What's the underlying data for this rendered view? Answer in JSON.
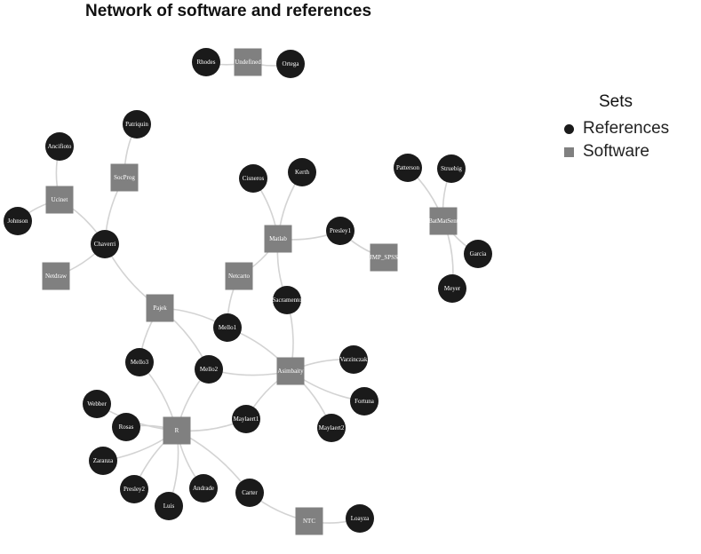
{
  "title": "Network of software and references",
  "legend": {
    "title": "Sets",
    "items": [
      {
        "label": "References",
        "shape": "circle",
        "color": "#1a1a1a"
      },
      {
        "label": "Software",
        "shape": "square",
        "color": "#808080"
      }
    ]
  },
  "colors": {
    "reference": "#1a1a1a",
    "software": "#808080",
    "edge": "#d3d3d3",
    "label": "#ffffff"
  },
  "nodes": [
    {
      "id": "Undefined",
      "type": "software"
    },
    {
      "id": "Rhodes",
      "type": "reference"
    },
    {
      "id": "Ortega",
      "type": "reference"
    },
    {
      "id": "Patriquin",
      "type": "reference"
    },
    {
      "id": "Ancifioto",
      "type": "reference"
    },
    {
      "id": "SocProg",
      "type": "software"
    },
    {
      "id": "Ucinet",
      "type": "software"
    },
    {
      "id": "Johnson",
      "type": "reference"
    },
    {
      "id": "Chaverri",
      "type": "reference"
    },
    {
      "id": "Netdraw",
      "type": "software"
    },
    {
      "id": "Cisneros",
      "type": "reference"
    },
    {
      "id": "Kerth",
      "type": "reference"
    },
    {
      "id": "Matlab",
      "type": "software"
    },
    {
      "id": "Presley1",
      "type": "reference"
    },
    {
      "id": "JMP_SPSS",
      "type": "software"
    },
    {
      "id": "Patterson",
      "type": "reference"
    },
    {
      "id": "Struebig",
      "type": "reference"
    },
    {
      "id": "BatMatSent",
      "type": "software"
    },
    {
      "id": "Garcia",
      "type": "reference"
    },
    {
      "id": "Meyer",
      "type": "reference"
    },
    {
      "id": "Netcarto",
      "type": "software"
    },
    {
      "id": "Sacramento",
      "type": "reference"
    },
    {
      "id": "Pajek",
      "type": "software"
    },
    {
      "id": "Mello1",
      "type": "reference"
    },
    {
      "id": "Mello3",
      "type": "reference"
    },
    {
      "id": "Mello2",
      "type": "reference"
    },
    {
      "id": "Asimbaity",
      "type": "software"
    },
    {
      "id": "Varzinczak",
      "type": "reference"
    },
    {
      "id": "Fortuna",
      "type": "reference"
    },
    {
      "id": "Maylaert2",
      "type": "reference"
    },
    {
      "id": "Maylaert1",
      "type": "reference"
    },
    {
      "id": "Webber",
      "type": "reference"
    },
    {
      "id": "Rosas",
      "type": "reference"
    },
    {
      "id": "R",
      "type": "software"
    },
    {
      "id": "Zaranza",
      "type": "reference"
    },
    {
      "id": "Presley2",
      "type": "reference"
    },
    {
      "id": "Andrade",
      "type": "reference"
    },
    {
      "id": "Luis",
      "type": "reference"
    },
    {
      "id": "Carter",
      "type": "reference"
    },
    {
      "id": "NTC",
      "type": "software"
    },
    {
      "id": "Loayza",
      "type": "reference"
    }
  ],
  "edges": [
    [
      "Undefined",
      "Rhodes"
    ],
    [
      "Undefined",
      "Ortega"
    ],
    [
      "SocProg",
      "Patriquin"
    ],
    [
      "SocProg",
      "Chaverri"
    ],
    [
      "Ucinet",
      "Ancifioto"
    ],
    [
      "Ucinet",
      "Johnson"
    ],
    [
      "Ucinet",
      "Chaverri"
    ],
    [
      "Netdraw",
      "Chaverri"
    ],
    [
      "Pajek",
      "Chaverri"
    ],
    [
      "Matlab",
      "Cisneros"
    ],
    [
      "Matlab",
      "Kerth"
    ],
    [
      "Matlab",
      "Presley1"
    ],
    [
      "JMP_SPSS",
      "Presley1"
    ],
    [
      "Matlab",
      "Sacramento"
    ],
    [
      "Matlab",
      "Netcarto"
    ],
    [
      "BatMatSent",
      "Patterson"
    ],
    [
      "BatMatSent",
      "Struebig"
    ],
    [
      "BatMatSent",
      "Garcia"
    ],
    [
      "BatMatSent",
      "Meyer"
    ],
    [
      "Netcarto",
      "Mello1"
    ],
    [
      "Pajek",
      "Mello1"
    ],
    [
      "Pajek",
      "Mello3"
    ],
    [
      "Pajek",
      "Mello2"
    ],
    [
      "Asimbaity",
      "Mello1"
    ],
    [
      "Asimbaity",
      "Mello2"
    ],
    [
      "Asimbaity",
      "Sacramento"
    ],
    [
      "Asimbaity",
      "Varzinczak"
    ],
    [
      "Asimbaity",
      "Fortuna"
    ],
    [
      "Asimbaity",
      "Maylaert2"
    ],
    [
      "Asimbaity",
      "Maylaert1"
    ],
    [
      "R",
      "Mello2"
    ],
    [
      "R",
      "Mello3"
    ],
    [
      "R",
      "Webber"
    ],
    [
      "R",
      "Rosas"
    ],
    [
      "R",
      "Zaranza"
    ],
    [
      "R",
      "Presley2"
    ],
    [
      "R",
      "Luis"
    ],
    [
      "R",
      "Andrade"
    ],
    [
      "R",
      "Carter"
    ],
    [
      "R",
      "Maylaert1"
    ],
    [
      "NTC",
      "Carter"
    ],
    [
      "NTC",
      "Loayza"
    ]
  ]
}
